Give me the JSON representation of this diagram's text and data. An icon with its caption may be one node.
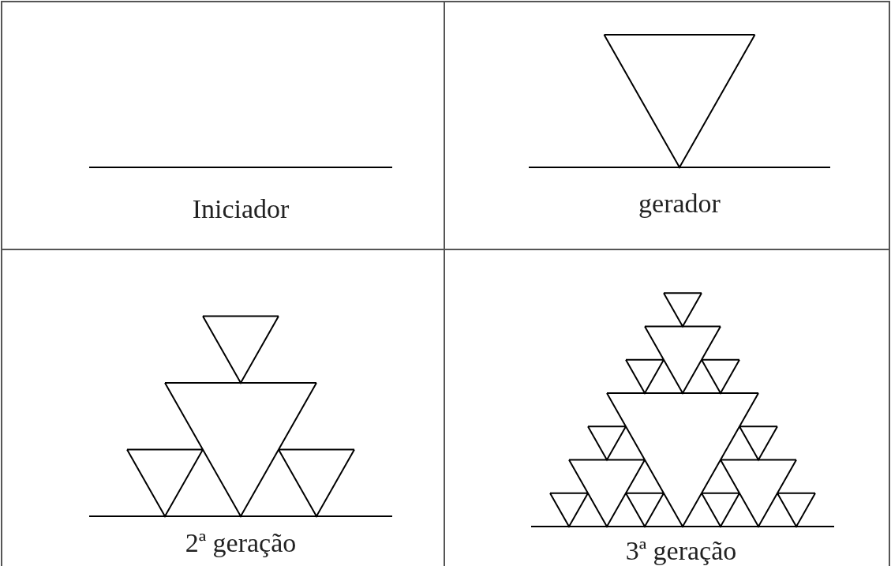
{
  "diagram": {
    "labels": [
      "Iniciador",
      "gerador",
      "2ª geração",
      "3ª geração"
    ]
  }
}
